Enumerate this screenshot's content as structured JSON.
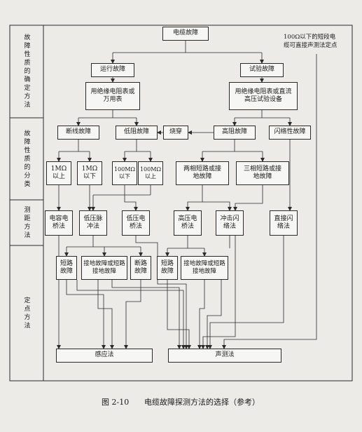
{
  "sidebar": {
    "section_method": "故障性质的确定方法",
    "section_classification": "故障性质的分类",
    "section_ranging": "测距方法",
    "section_pinpoint": "定点方法"
  },
  "note": {
    "line1": "100Ω以下的短段电",
    "line2": "缆可直接声测法定点"
  },
  "nodes": {
    "cable_fault": "电缆故障",
    "operation_fault": "运行故障",
    "test_fault": "试验故障",
    "insulation_megger": "用绝缘电阻表或万用表",
    "insulation_hv": "用绝缘电阻表或直流高压试验设备",
    "open_fault": "断线故障",
    "low_res_fault": "低阻故障",
    "burn": "烧穿",
    "high_res_fault": "高阻故障",
    "flashover_fault": "闪络性故障",
    "r_1m_up": "1MΩ以上",
    "r_1m_down": "1MΩ以下",
    "r_100m_down": "100MΩ以下",
    "r_100m_up": "100MΩ以上",
    "two_phase": "两相短路或接地故障",
    "three_phase": "三相短路或接地故障",
    "cap_bridge": "电容电桥法",
    "lv_pulse": "低压脉冲法",
    "lv_bridge": "低压电桥法",
    "hv_bridge": "高压电桥法",
    "impulse_flash": "冲击闪络法",
    "direct_flash": "直接闪络法",
    "short_a": "短路故障",
    "ground_a": "接地故障或短路接地故障",
    "open_b": "断路故障",
    "short_b": "短路故障",
    "ground_b": "接地故障或短路接地故障",
    "induction": "感应法",
    "acoustic": "声测法"
  },
  "caption": {
    "number": "图 2-10",
    "title": "电缆故障探测方法的选择（参考）"
  },
  "colors": {
    "line": "#2a2a2a",
    "box_fill": "#f6f6f4",
    "page": "#ecebe8"
  }
}
